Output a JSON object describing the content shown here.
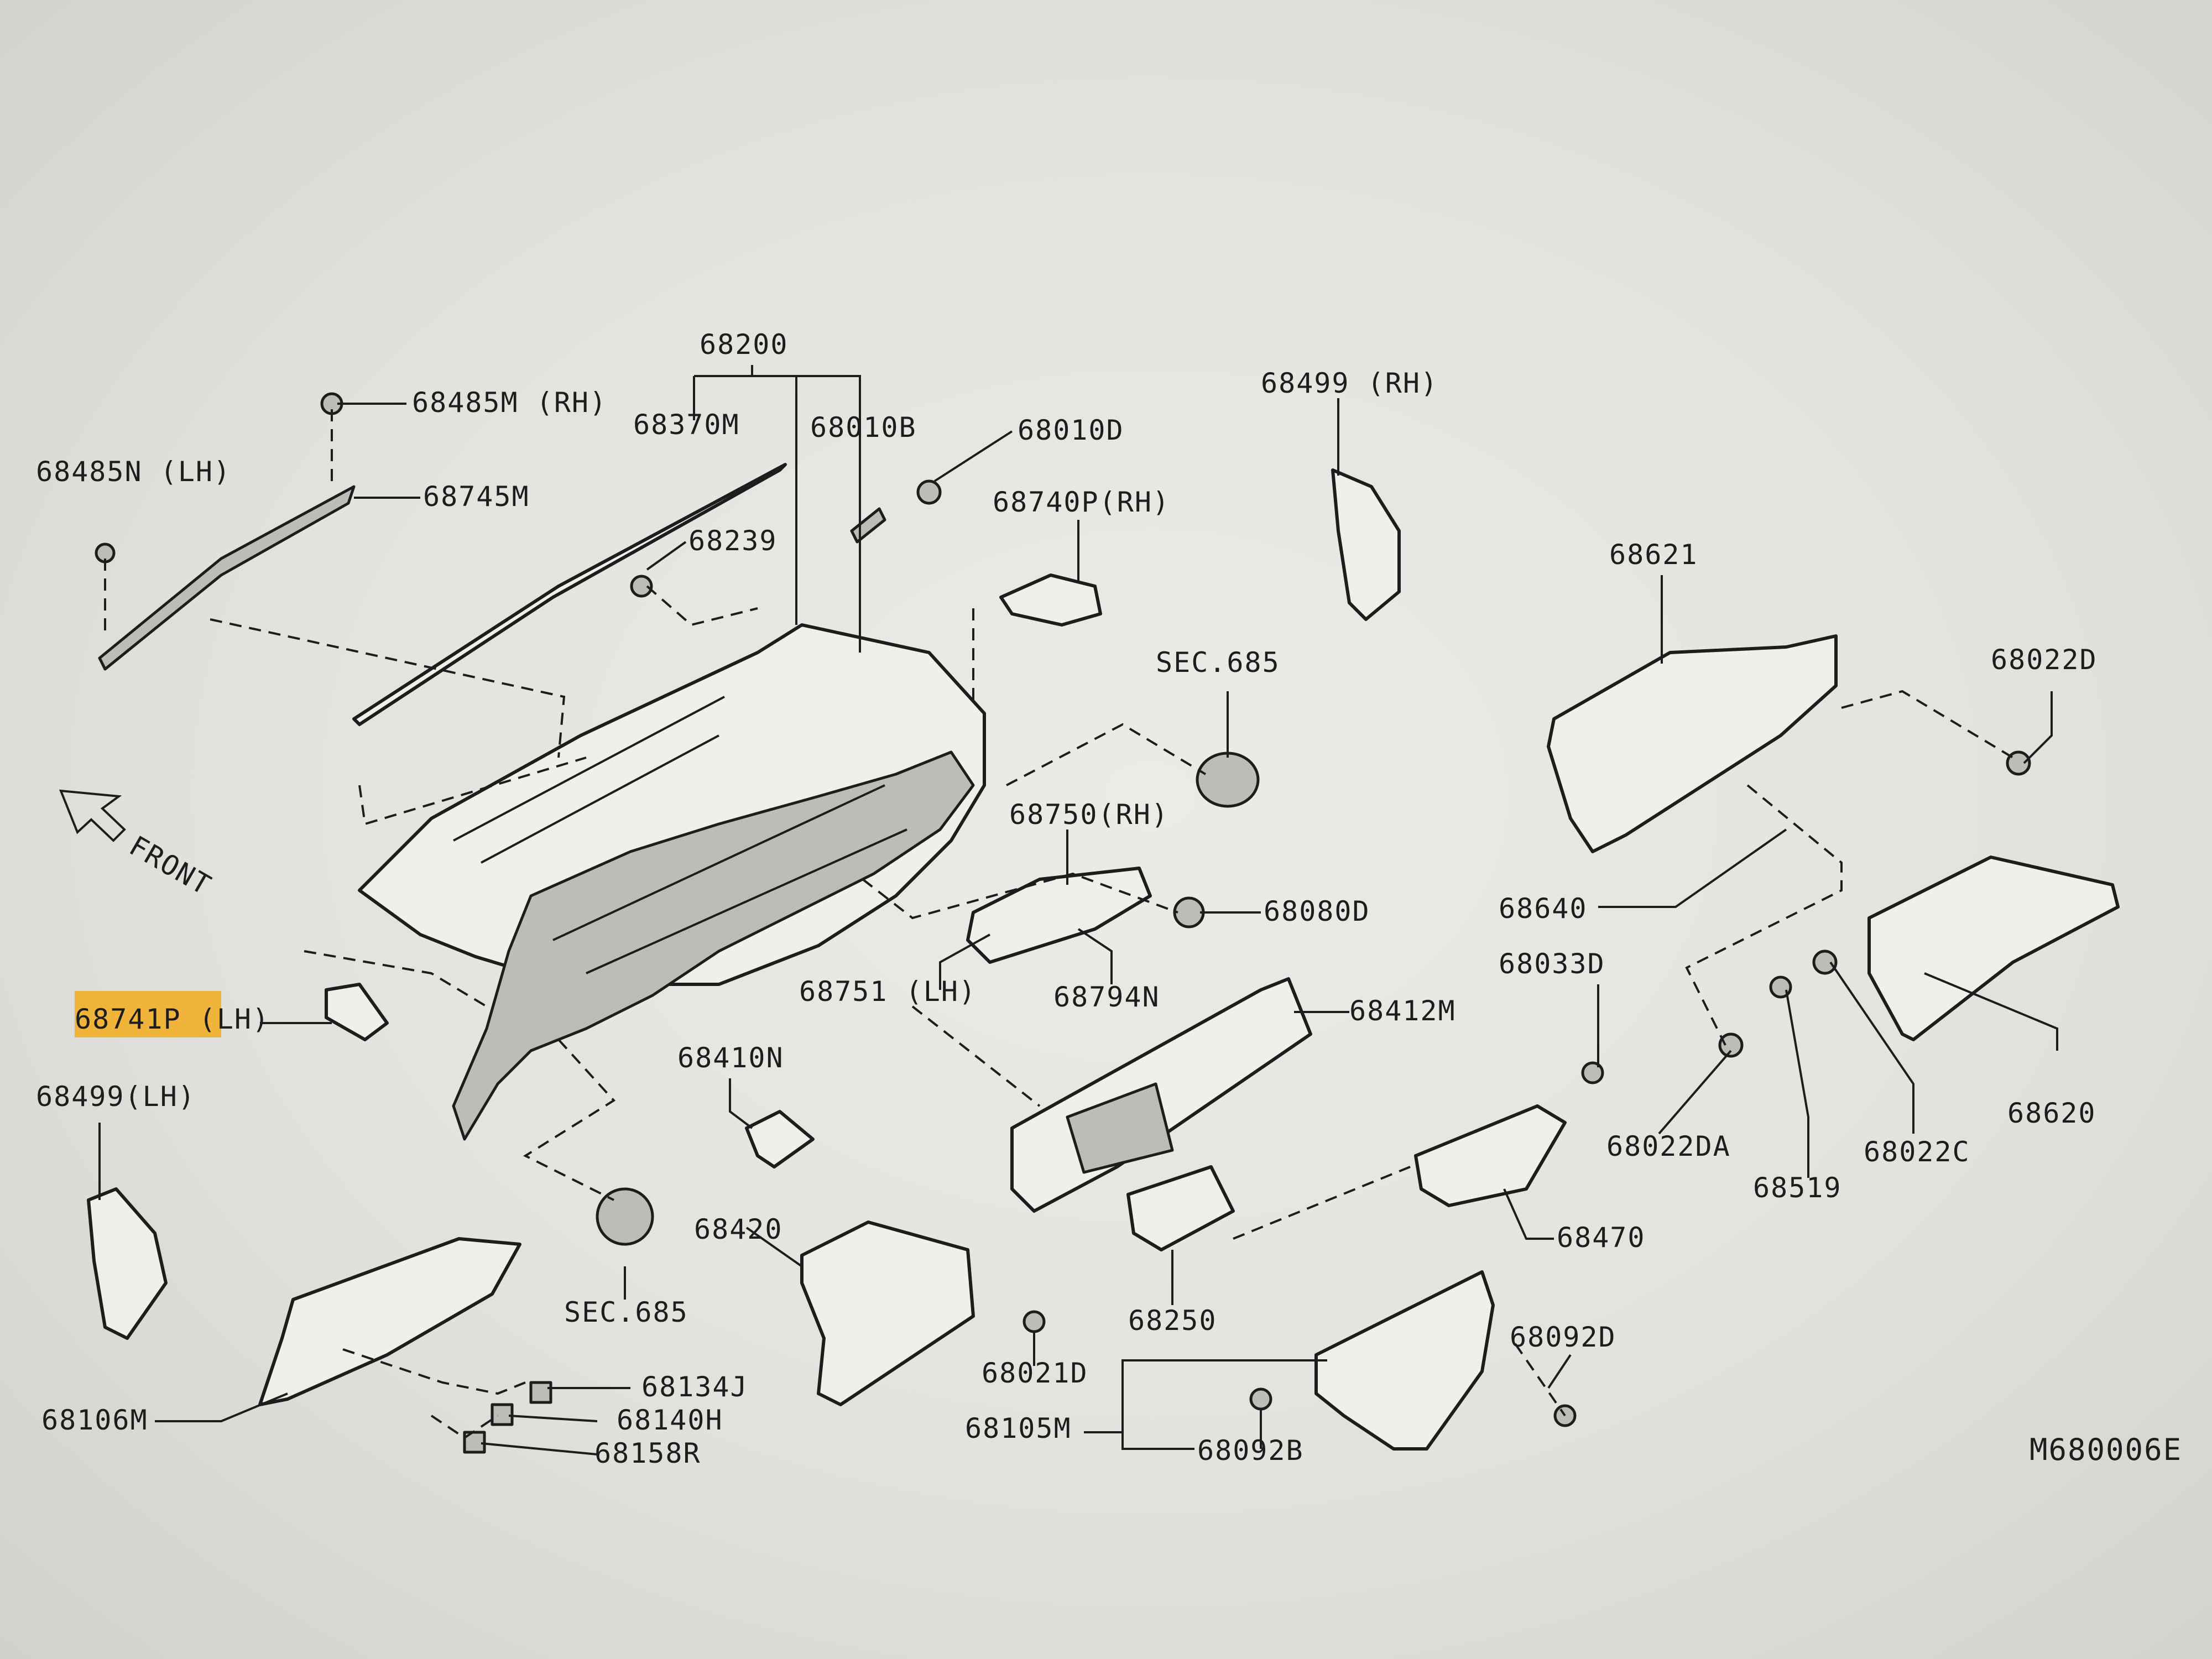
{
  "diagram": {
    "code": "M680006E",
    "front_label": "FRONT",
    "highlight_color": "#f2b02c",
    "highlighted_part": "68741P (LH)",
    "parts": [
      {
        "id": "p68200",
        "label": "68200"
      },
      {
        "id": "p68485M",
        "label": "68485M (RH)"
      },
      {
        "id": "p68370M",
        "label": "68370M"
      },
      {
        "id": "p68010B",
        "label": "68010B"
      },
      {
        "id": "p68010D",
        "label": "68010D"
      },
      {
        "id": "p68485N",
        "label": "68485N (LH)"
      },
      {
        "id": "p68745M",
        "label": "68745M"
      },
      {
        "id": "p68239",
        "label": "68239"
      },
      {
        "id": "p68740P",
        "label": "68740P(RH)"
      },
      {
        "id": "p68499RH",
        "label": "68499 (RH)"
      },
      {
        "id": "p68621",
        "label": "68621"
      },
      {
        "id": "p68022D",
        "label": "68022D"
      },
      {
        "id": "pSEC685a",
        "label": "SEC.685"
      },
      {
        "id": "p68750",
        "label": "68750(RH)"
      },
      {
        "id": "p68080D",
        "label": "68080D"
      },
      {
        "id": "p68640",
        "label": "68640"
      },
      {
        "id": "p68033D",
        "label": "68033D"
      },
      {
        "id": "p68741P",
        "label": "68741P (LH)"
      },
      {
        "id": "p68751",
        "label": "68751 (LH)"
      },
      {
        "id": "p68794N",
        "label": "68794N"
      },
      {
        "id": "p68412M",
        "label": "68412M"
      },
      {
        "id": "p68410N",
        "label": "68410N"
      },
      {
        "id": "p68499LH",
        "label": "68499(LH)"
      },
      {
        "id": "p68022DA",
        "label": "68022DA"
      },
      {
        "id": "p68620",
        "label": "68620"
      },
      {
        "id": "p68022C",
        "label": "68022C"
      },
      {
        "id": "p68519",
        "label": "68519"
      },
      {
        "id": "p68420",
        "label": "68420"
      },
      {
        "id": "p68470",
        "label": "68470"
      },
      {
        "id": "pSEC685b",
        "label": "SEC.685"
      },
      {
        "id": "p68250",
        "label": "68250"
      },
      {
        "id": "p68092D",
        "label": "68092D"
      },
      {
        "id": "p68021D",
        "label": "68021D"
      },
      {
        "id": "p68134J",
        "label": "68134J"
      },
      {
        "id": "p68140H",
        "label": "68140H"
      },
      {
        "id": "p68106M",
        "label": "68106M"
      },
      {
        "id": "p68158R",
        "label": "68158R"
      },
      {
        "id": "p68105M",
        "label": "68105M"
      },
      {
        "id": "p68092B",
        "label": "68092B"
      }
    ]
  }
}
